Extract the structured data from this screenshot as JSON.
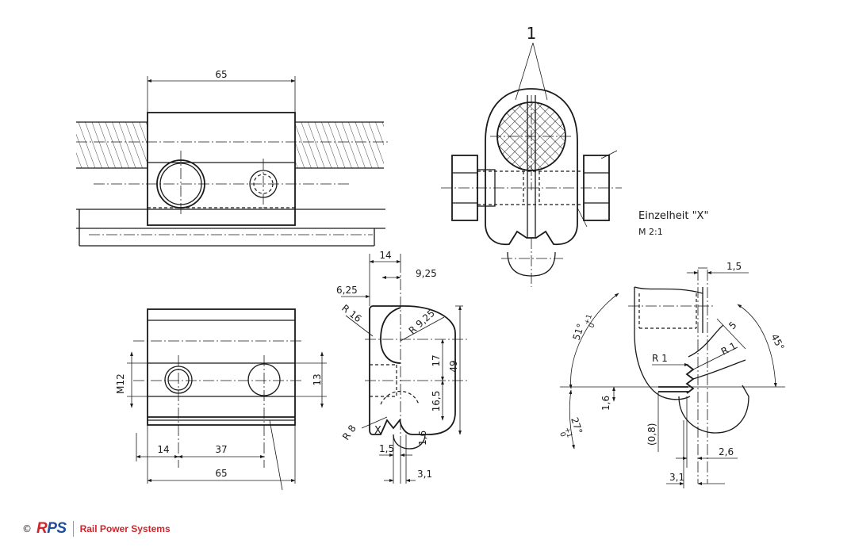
{
  "callout": {
    "part_number": "1"
  },
  "detail": {
    "title": "Einzelheit \"X\"",
    "scale": "M 2:1",
    "marker": "X"
  },
  "top_view": {
    "dim_width": "65"
  },
  "front_view": {
    "dim_thread": "M12",
    "dim_height": "13",
    "dim_14": "14",
    "dim_37": "37",
    "dim_width": "65"
  },
  "side_view": {
    "dim_14": "14",
    "dim_9_25": "9,25",
    "dim_6_25": "6,25",
    "dim_r16": "R 16",
    "dim_r9_25": "R 9,25",
    "dim_17": "17",
    "dim_49": "49",
    "dim_16_5": "16,5",
    "dim_r8": "R 8",
    "dim_1_6": "1,6",
    "dim_1_5": "1,5",
    "dim_3_1": "3,1"
  },
  "detail_view": {
    "dim_1_5": "1,5",
    "dim_5": "5",
    "dim_45": "45°",
    "dim_r1_left": "R 1",
    "dim_r1_right": "R 1",
    "dim_angle_51": "51°",
    "tol_51": "+1",
    "tol_51_low": "0",
    "dim_angle_27": "27°",
    "tol_27": "+1",
    "tol_27_low": "0",
    "dim_1_6": "1,6",
    "dim_0_8": "(0,8)",
    "dim_2_6": "2,6",
    "dim_3_1": "3,1"
  },
  "footer": {
    "copyright": "©",
    "logo_r": "R",
    "logo_ps": "PS",
    "company": "Rail Power Systems"
  },
  "colors": {
    "ink": "#1a1a1a",
    "brand_blue": "#1f4e9a",
    "brand_red": "#d2232a"
  }
}
